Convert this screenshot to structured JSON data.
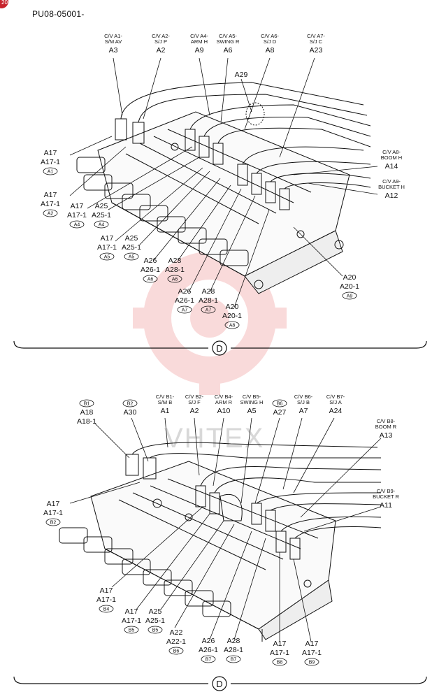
{
  "document": {
    "code": "PU08-05001-",
    "page_number": "20",
    "watermark": "VHTEX",
    "section_marker": "D"
  },
  "diagrams": [
    {
      "section": "D",
      "labels": [
        {
          "id": "a3",
          "lines": [
            "C/V A1-",
            "S/M AV",
            "A3"
          ]
        },
        {
          "id": "a2",
          "lines": [
            "C/V A2-",
            "S/J P",
            "A2"
          ]
        },
        {
          "id": "a9",
          "lines": [
            "C/V A4-",
            "ARM H",
            "A9"
          ]
        },
        {
          "id": "a6",
          "lines": [
            "C/V A5-",
            "SWING R",
            "A6"
          ]
        },
        {
          "id": "a8",
          "lines": [
            "C/V A6-",
            "S/J D",
            "A8"
          ]
        },
        {
          "id": "a23",
          "lines": [
            "C/V A7-",
            "S/J C",
            "A23"
          ]
        },
        {
          "id": "a29",
          "lines": [
            "A29"
          ]
        },
        {
          "id": "a14",
          "lines": [
            "C/V A8-",
            "BOOM H",
            "A14"
          ]
        },
        {
          "id": "a12",
          "lines": [
            "C/V A9-",
            "BUCKET H",
            "A12"
          ]
        },
        {
          "id": "left1",
          "lines": [
            "A17",
            "A17-1",
            "A1"
          ]
        },
        {
          "id": "left2",
          "lines": [
            "A17",
            "A17-1",
            "A2"
          ]
        },
        {
          "id": "a4a",
          "lines": [
            "A17",
            "A17-1",
            "A4"
          ]
        },
        {
          "id": "a4b",
          "lines": [
            "A25",
            "A25-1",
            "A4"
          ]
        },
        {
          "id": "a5a",
          "lines": [
            "A17",
            "A17-1",
            "A5"
          ]
        },
        {
          "id": "a5b",
          "lines": [
            "A25",
            "A25-1",
            "A5"
          ]
        },
        {
          "id": "a6a",
          "lines": [
            "A26",
            "A26-1",
            "A6"
          ]
        },
        {
          "id": "a6b",
          "lines": [
            "A28",
            "A28-1",
            "A6"
          ]
        },
        {
          "id": "a7a",
          "lines": [
            "A26",
            "A26-1",
            "A7"
          ]
        },
        {
          "id": "a7b",
          "lines": [
            "A28",
            "A28-1",
            "A7"
          ]
        },
        {
          "id": "a8b",
          "lines": [
            "A20",
            "A20-1",
            "A8"
          ]
        },
        {
          "id": "a9b",
          "lines": [
            "A20",
            "A20-1",
            "A9"
          ]
        }
      ]
    },
    {
      "section": "D",
      "labels": [
        {
          "id": "b1",
          "lines": [
            "B1",
            "A18",
            "A18-1"
          ]
        },
        {
          "id": "b2",
          "lines": [
            "B2",
            "A30"
          ]
        },
        {
          "id": "a1",
          "lines": [
            "C/V B1-",
            "S/M B",
            "A1"
          ]
        },
        {
          "id": "a2t",
          "lines": [
            "C/V B2-",
            "S/J F",
            "A2"
          ]
        },
        {
          "id": "a10",
          "lines": [
            "C/V B4-",
            "ARM R",
            "A10"
          ]
        },
        {
          "id": "a5t",
          "lines": [
            "C/V B5-",
            "SWING H",
            "A5"
          ]
        },
        {
          "id": "a27",
          "lines": [
            "B6",
            "A27"
          ]
        },
        {
          "id": "a7t",
          "lines": [
            "C/V B6-",
            "S/J B",
            "A7"
          ]
        },
        {
          "id": "a24",
          "lines": [
            "C/V B7-",
            "S/J A",
            "A24"
          ]
        },
        {
          "id": "a13",
          "lines": [
            "C/V B8-",
            "BOOM R",
            "A13"
          ]
        },
        {
          "id": "a11",
          "lines": [
            "C/V B9-",
            "BUCKET R",
            "A11"
          ]
        },
        {
          "id": "bl1",
          "lines": [
            "A17",
            "A17-1",
            "B2"
          ]
        },
        {
          "id": "b4",
          "lines": [
            "A17",
            "A17-1",
            "B4"
          ]
        },
        {
          "id": "b5a",
          "lines": [
            "A17",
            "A17-1",
            "B5"
          ]
        },
        {
          "id": "b5b",
          "lines": [
            "A25",
            "A25-1",
            "B5"
          ]
        },
        {
          "id": "b6",
          "lines": [
            "A22",
            "A22-1",
            "B6"
          ]
        },
        {
          "id": "b7a",
          "lines": [
            "A26",
            "A26-1",
            "B7"
          ]
        },
        {
          "id": "b7b",
          "lines": [
            "A28",
            "A28-1",
            "B7"
          ]
        },
        {
          "id": "b8",
          "lines": [
            "A17",
            "A17-1",
            "B8"
          ]
        },
        {
          "id": "b9",
          "lines": [
            "A17",
            "A17-1",
            "B9"
          ]
        }
      ]
    }
  ]
}
